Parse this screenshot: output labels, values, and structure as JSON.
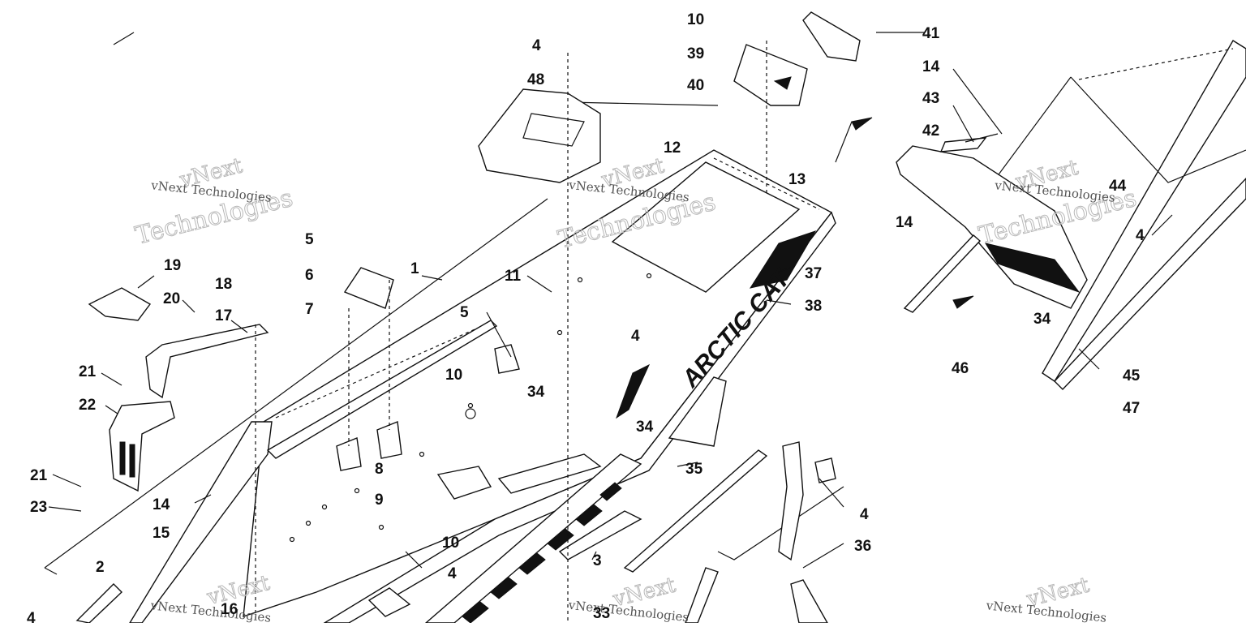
{
  "diagram": {
    "brand_text": "ARCTIC CAT",
    "watermark_lines": [
      "vNext",
      "Technologies"
    ],
    "watermark_caption": "vNext Technologies",
    "callouts": [
      "10",
      "41",
      "4",
      "39",
      "48",
      "40",
      "14",
      "43",
      "42",
      "12",
      "13",
      "44",
      "14",
      "4",
      "5",
      "1",
      "11",
      "6",
      "19",
      "18",
      "7",
      "20",
      "17",
      "37",
      "38",
      "5",
      "4",
      "34",
      "46",
      "45",
      "10",
      "21",
      "22",
      "34",
      "47",
      "34",
      "35",
      "21",
      "8",
      "14",
      "23",
      "9",
      "4",
      "15",
      "10",
      "36",
      "3",
      "2",
      "4",
      "16",
      "33",
      "4"
    ]
  }
}
